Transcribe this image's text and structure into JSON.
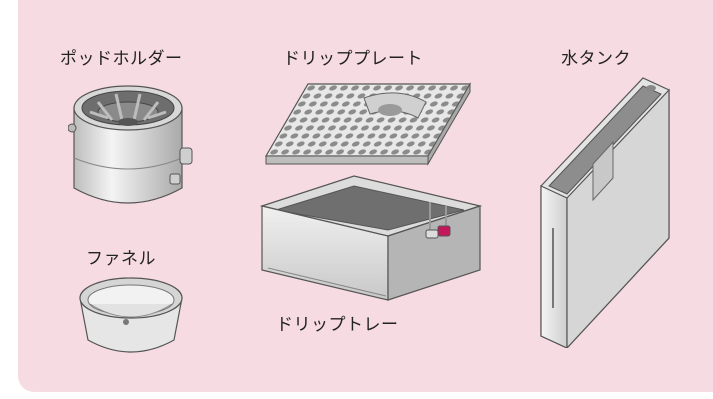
{
  "parts": {
    "pod_holder": "ポッドホルダー",
    "drip_plate": "ドリッププレート",
    "water_tank": "水タンク",
    "funnel": "ファネル",
    "drip_tray": "ドリップトレー"
  },
  "colors": {
    "background": "#f6dbe3",
    "part_fill": "#eeeeee",
    "part_dark": "#7a7a7a",
    "outline": "#555555",
    "accent": "#c2185b"
  }
}
